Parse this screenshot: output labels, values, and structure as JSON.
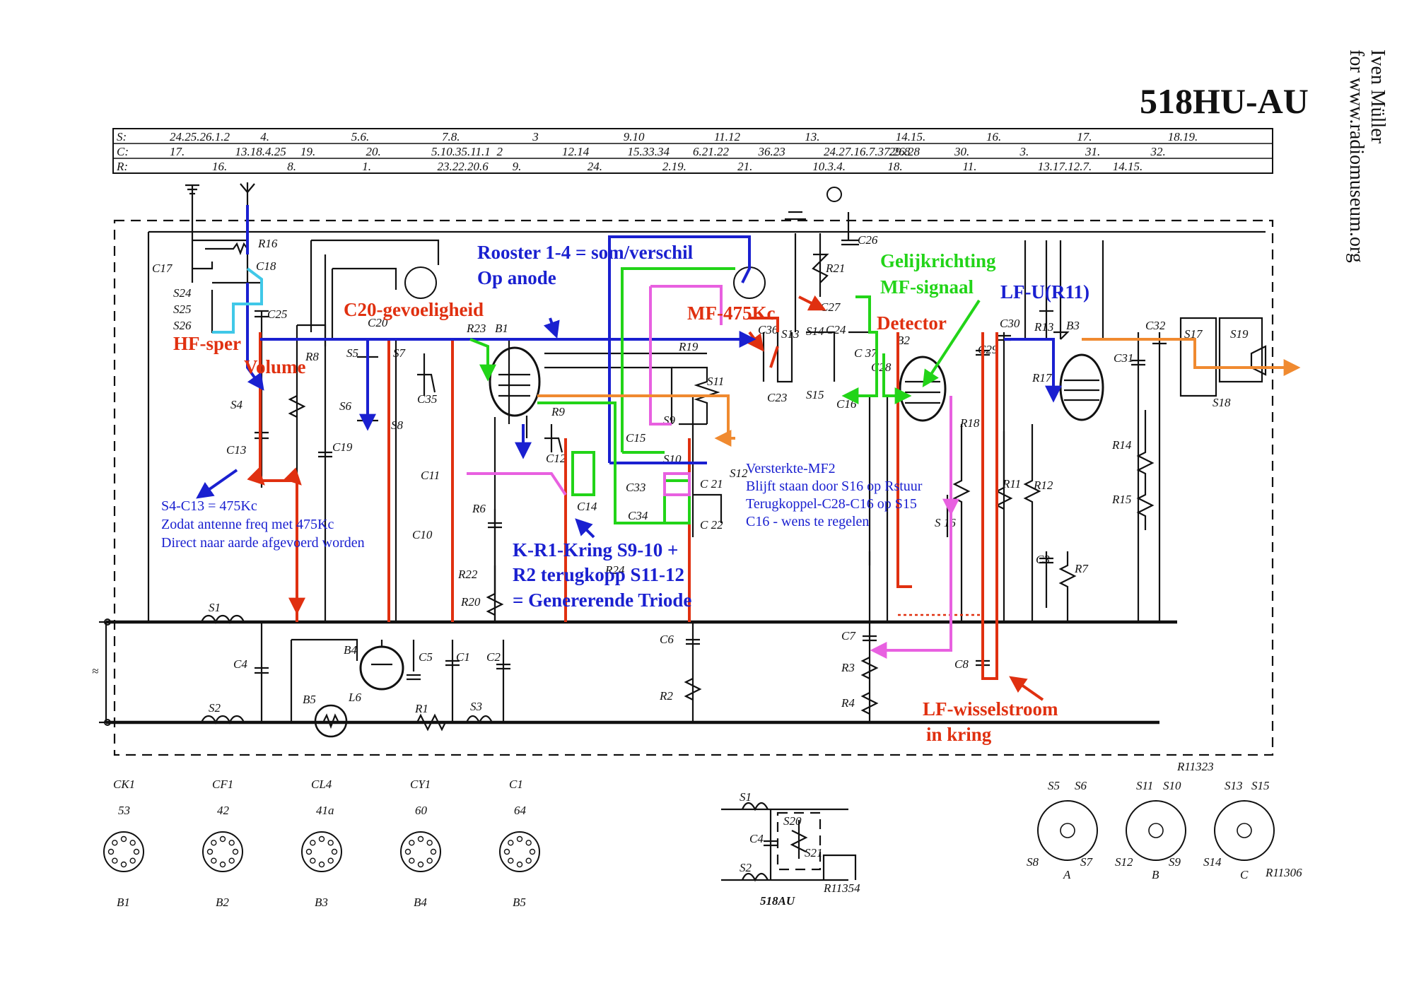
{
  "header": {
    "model": "518HU-AU",
    "credit_line1": "Iven Müller",
    "credit_line2": "for www.radiomuseum.org",
    "drawing_number": "R11323",
    "inset_number": "R11354",
    "inset_model": "518AU",
    "coil_number": "R11306"
  },
  "position_table": {
    "row_labels": [
      "S:",
      "C:",
      "R:"
    ],
    "s_row": [
      "24.25.26.1.2",
      "4.",
      "5.6.",
      "7.8.",
      "3",
      "9.10",
      "11.12",
      "13.",
      "14.15.",
      "16.",
      "17.",
      "18.19."
    ],
    "c_row": [
      "17.",
      "13.18.4.25",
      "19.",
      "20.",
      "5.10.35.11.1",
      "2",
      "12.14",
      "15.33.34",
      "6.21.22",
      "36.23",
      "24.27.16.7.37.26.28",
      "29.8",
      "30.",
      "3.",
      "31.",
      "32."
    ],
    "r_row": [
      "16.",
      "8.",
      "1.",
      "23.22.20.6",
      "9.",
      "24.",
      "2.19.",
      "21.",
      "10.3.4.",
      "18.",
      "11.",
      "13.17.12.7.",
      "14.15."
    ]
  },
  "components": {
    "R16": "R16",
    "C17": "C17",
    "C18": "C18",
    "S24": "S24",
    "S25": "S25",
    "S26": "S26",
    "C25": "C25",
    "R8": "R8",
    "S4": "S4",
    "C13": "C13",
    "C19": "C19",
    "S5": "S5",
    "S6": "S6",
    "S7": "S7",
    "S8": "S8",
    "C20": "C20",
    "C35": "C35",
    "R23": "R23",
    "B1": "B1",
    "R19": "R19",
    "S11": "S11",
    "R9": "R9",
    "C11": "C11",
    "C12": "C12",
    "C14": "C14",
    "C15": "C15",
    "S9": "S9",
    "S10": "S10",
    "S12": "S12",
    "C33": "C33",
    "C34": "C34",
    "C21": "C 21",
    "C22": "C 22",
    "R6": "R6",
    "C10": "C10",
    "R22": "R22",
    "R20": "R20",
    "R24": "R24",
    "C36": "C36",
    "S13": "S13",
    "S14": "S14",
    "C23": "C23",
    "S15": "S15",
    "C16": "C16",
    "C27": "C27",
    "C24": "C24",
    "C37": "C 37",
    "C28": "C28",
    "R21": "R21",
    "C26": "C26",
    "B2": "B2",
    "C29": "C29",
    "R18": "R18",
    "S16": "S 16",
    "C30": "C30",
    "R13": "R13",
    "R17": "R17",
    "B3": "B3",
    "R11": "R11",
    "R12": "R12",
    "C31": "C31",
    "C32": "C32",
    "S17": "S17",
    "S19": "S19",
    "S18": "S18",
    "R14": "R14",
    "R15": "R15",
    "C3": "C3",
    "R7": "R7",
    "S1": "S1",
    "S2": "S2",
    "C4": "C4",
    "B4": "B4",
    "B5": "B5",
    "L6": "L6",
    "C5": "C5",
    "C1": "C1",
    "C2": "C2",
    "R1": "R1",
    "S3": "S3",
    "C6": "C6",
    "R2": "R2",
    "C7": "C7",
    "R3": "R3",
    "R4": "R4",
    "C8": "C8",
    "mains": "≈"
  },
  "annotations": {
    "hf_sper": "HF-sper",
    "volume": "Volume",
    "c20_gevoeligheid": "C20-gevoeligheid",
    "rooster_line1": "Rooster 1-4 = som/verschil",
    "rooster_line2": "Op anode",
    "mf_475": "MF-475Kc",
    "gelijk_line1": "Gelijkrichting",
    "gelijk_line2": "MF-signaal",
    "detector": "Detector",
    "lf_u": "LF-U(R11)",
    "s4_line1": "S4-C13 = 475Kc",
    "s4_line2": "Zodat antenne freq met 475Kc",
    "s4_line3": "Direct naar aarde afgevoerd worden",
    "kring_line1": "K-R1-Kring S9-10 +",
    "kring_line2": "R2 terugkopp S11-12",
    "kring_line3": "= Genererende Triode",
    "vmf_line1": "Versterkte-MF2",
    "vmf_line2": "Blijft staan door S16 op Rstuur",
    "vmf_line3": "Terugkoppel-C28-C16 op S15",
    "vmf_line4": "C16 - wens te regelen",
    "lf_wissel_line1": "LF-wisselstroom",
    "lf_wissel_line2": "in kring"
  },
  "tube_bases": [
    {
      "code": "CK1",
      "pin": "53",
      "name": "B1"
    },
    {
      "code": "CF1",
      "pin": "42",
      "name": "B2"
    },
    {
      "code": "CL4",
      "pin": "41a",
      "name": "B3"
    },
    {
      "code": "CY1",
      "pin": "60",
      "name": "B4"
    },
    {
      "code": "C1",
      "pin": "64",
      "name": "B5"
    }
  ],
  "inset": {
    "s1": "S1",
    "s2": "S2",
    "c4": "C4",
    "s20": "S20",
    "s21": "S21"
  },
  "coil_sets": [
    {
      "name": "A",
      "p1": "S5",
      "p2": "S6",
      "p3": "S8",
      "p4": "S7"
    },
    {
      "name": "B",
      "p1": "S11",
      "p2": "S10",
      "p3": "S12",
      "p4": "S9"
    },
    {
      "name": "C",
      "p1": "S13",
      "p2": "S15",
      "p3": "S14",
      "p4": ""
    }
  ],
  "colors": {
    "red": "#e03010",
    "blue": "#1a20d0",
    "green": "#22d418",
    "pink": "#e860e0",
    "orange": "#f08a30",
    "cyan": "#40c8e8"
  }
}
